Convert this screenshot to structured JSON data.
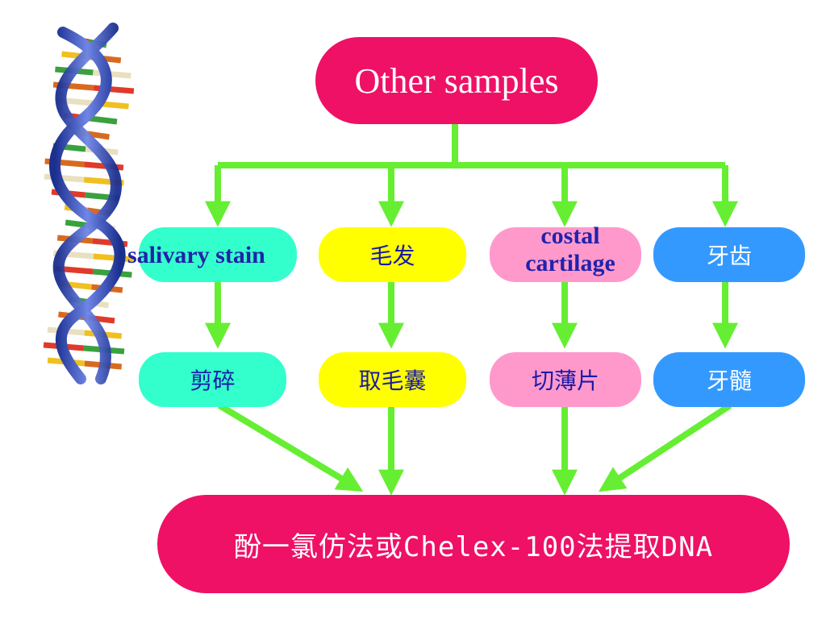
{
  "top": {
    "label": "Other samples"
  },
  "level1": [
    {
      "label": "salivary stain",
      "color": "#33ffcc"
    },
    {
      "label": "毛发",
      "color": "#ffff00"
    },
    {
      "label": "costal cartilage",
      "label_line1": "costal",
      "label_line2": "cartilage",
      "color": "#ff99cc"
    },
    {
      "label": "牙齿",
      "color": "#3399ff"
    }
  ],
  "level2": [
    {
      "label": "剪碎",
      "color": "#33ffcc"
    },
    {
      "label": "取毛囊",
      "color": "#ffff00"
    },
    {
      "label": "切薄片",
      "color": "#ff99cc"
    },
    {
      "label": "牙髓",
      "color": "#3399ff"
    }
  ],
  "bottom": {
    "label": "酚一氯仿法或Chelex-100法提取DNA"
  },
  "colors": {
    "arrow": "#66ee33",
    "top_node": "#ee1166",
    "bottom_node": "#ee1166",
    "text_blue": "#2222aa"
  },
  "decoration": {
    "icon": "dna-double-helix-icon"
  }
}
